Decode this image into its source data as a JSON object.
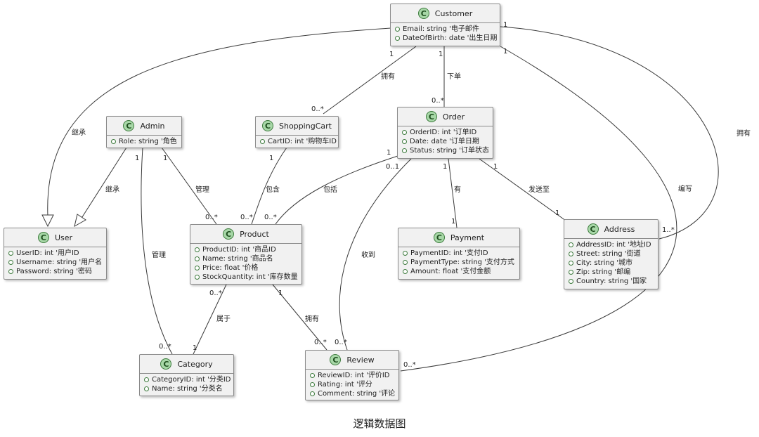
{
  "classes": {
    "customer": {
      "name": "Customer",
      "attrs": [
        "Email: string '电子邮件",
        "DateOfBirth: date '出生日期"
      ]
    },
    "admin": {
      "name": "Admin",
      "attrs": [
        "Role: string '角色"
      ]
    },
    "cart": {
      "name": "ShoppingCart",
      "attrs": [
        "CartID: int '购物车ID"
      ]
    },
    "order": {
      "name": "Order",
      "attrs": [
        "OrderID: int '订单ID",
        "Date: date '订单日期",
        "Status: string '订单状态"
      ]
    },
    "user": {
      "name": "User",
      "attrs": [
        "UserID: int '用户ID",
        "Username: string '用户名",
        "Password: string '密码"
      ]
    },
    "product": {
      "name": "Product",
      "attrs": [
        "ProductID: int '商品ID",
        "Name: string '商品名",
        "Price: float '价格",
        "StockQuantity: int '库存数量"
      ]
    },
    "payment": {
      "name": "Payment",
      "attrs": [
        "PaymentID: int '支付ID",
        "PaymentType: string '支付方式",
        "Amount: float '支付金额"
      ]
    },
    "address": {
      "name": "Address",
      "attrs": [
        "AddressID: int '地址ID",
        "Street: string '街道",
        "City: string '城市",
        "Zip: string '邮编",
        "Country: string '国家"
      ]
    },
    "category": {
      "name": "Category",
      "attrs": [
        "CategoryID: int '分类ID",
        "Name: string '分类名"
      ]
    },
    "review": {
      "name": "Review",
      "attrs": [
        "ReviewID: int '评价ID",
        "Rating: int '评分",
        "Comment: string '评论"
      ]
    }
  },
  "class_icon": "class-c-icon",
  "visibility_icon": "public-circle-icon",
  "relations": {
    "customer_user": "继承",
    "customer_cart": "拥有",
    "customer_order": "下单",
    "customer_address": "拥有",
    "customer_review": "编写",
    "admin_user": "继承",
    "admin_product": "管理",
    "admin_category": "管理",
    "cart_product": "包含",
    "order_product": "包括",
    "order_review": "收到",
    "order_payment": "有",
    "order_address": "发送至",
    "product_category": "属于",
    "product_review": "拥有"
  },
  "multiplicities": {
    "customer_cart_src": "1",
    "customer_cart_dst": "0..*",
    "customer_order_src": "1",
    "customer_order_dst": "0..*",
    "customer_address_src": "1",
    "customer_address_dst": "1..*",
    "customer_review_src": "1",
    "customer_review_dst": "0..*",
    "admin_product_src": "1",
    "admin_product_dst": "0..*",
    "admin_category_src": "1",
    "admin_category_dst": "0..*",
    "cart_product_src": "1",
    "cart_product_dst": "0..*",
    "order_product_src": "1",
    "order_product_dst": "0..*",
    "order_review_src": "0..1",
    "order_review_dst": "0..*",
    "order_payment_src": "1",
    "order_payment_dst": "1",
    "order_address_src": "1",
    "order_address_dst": "1",
    "product_category_src": "0..*",
    "product_category_dst": "1",
    "product_review_src": "1",
    "product_review_dst": "0..*"
  },
  "caption": "逻辑数据图",
  "colors": {
    "class_fill": "#f1f1f1",
    "badge_fill": "#a7d7a7",
    "line": "#3a3a3a"
  }
}
